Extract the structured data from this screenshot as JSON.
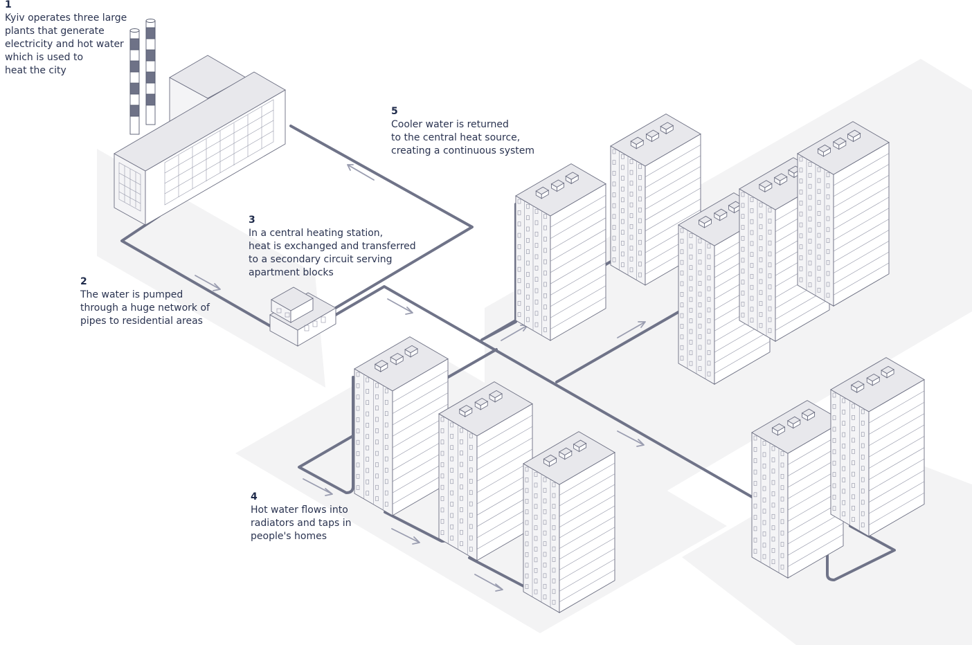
{
  "steps": [
    {
      "id": "1",
      "lines": [
        "Kyiv operates three large",
        "plants that generate",
        "electricity and hot water",
        "which is used to",
        "heat the city"
      ]
    },
    {
      "id": "2",
      "lines": [
        "The water is pumped",
        "through a huge network of",
        "pipes to residential areas"
      ]
    },
    {
      "id": "3",
      "lines": [
        "In a central heating station,",
        "heat is exchanged and transferred",
        "to a secondary circuit serving",
        "apartment blocks"
      ]
    },
    {
      "id": "4",
      "lines": [
        "Hot water flows into",
        "radiators and taps in",
        "people's homes"
      ]
    },
    {
      "id": "5",
      "lines": [
        "Cooler water is returned",
        "to the central heat source,",
        "creating a continuous system"
      ]
    }
  ],
  "colors": {
    "pipe": "#6f7388",
    "outline": "#6a6d80",
    "ground": "#f3f3f4",
    "text": "#2a3350"
  }
}
